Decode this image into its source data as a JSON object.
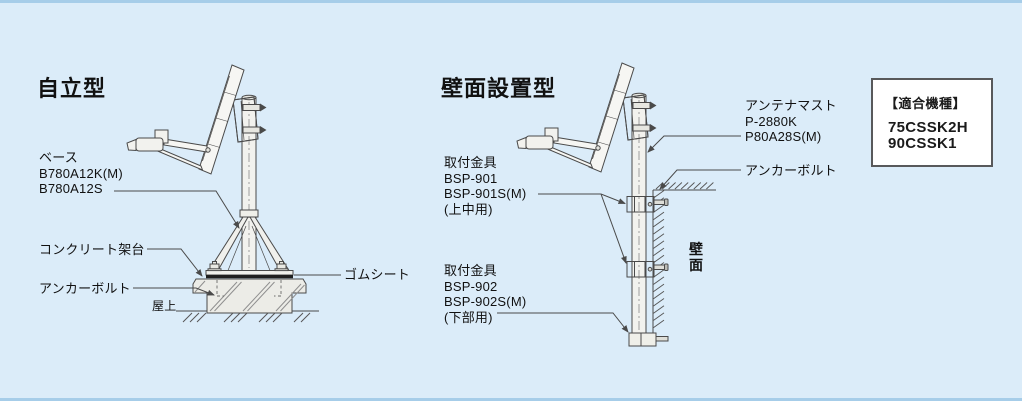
{
  "colors": {
    "background": "#dbecf9",
    "edge_strip": "#a6cde9",
    "line_art": "#4a4a4a",
    "rubber_sheet": "#1f1f1f",
    "box_border": "#58595b",
    "text": "#111111"
  },
  "left_diagram": {
    "title": "自立型",
    "base_line1": "ベース",
    "base_line2": "B780A12K(M)",
    "base_line3": "B780A12S",
    "concrete_mount": "コンクリート架台",
    "anchor_bolt": "アンカーボルト",
    "roof": "屋上",
    "rubber_sheet": "ゴムシート"
  },
  "right_diagram": {
    "title": "壁面設置型",
    "mast_line1": "アンテナマスト",
    "mast_line2": "P-2880K",
    "mast_line3": "P80A28S(M)",
    "anchor_bolt": "アンカーボルト",
    "upper_bracket_line1": "取付金具",
    "upper_bracket_line2": "BSP-901",
    "upper_bracket_line3": "BSP-901S(M)",
    "upper_bracket_line4": "(上中用)",
    "lower_bracket_line1": "取付金具",
    "lower_bracket_line2": "BSP-902",
    "lower_bracket_line3": "BSP-902S(M)",
    "lower_bracket_line4": "(下部用)",
    "wall_char1": "壁",
    "wall_char2": "面"
  },
  "model_box": {
    "title": "【適合機種】",
    "model1": "75CSSK2H",
    "model2": "90CSSK1"
  }
}
